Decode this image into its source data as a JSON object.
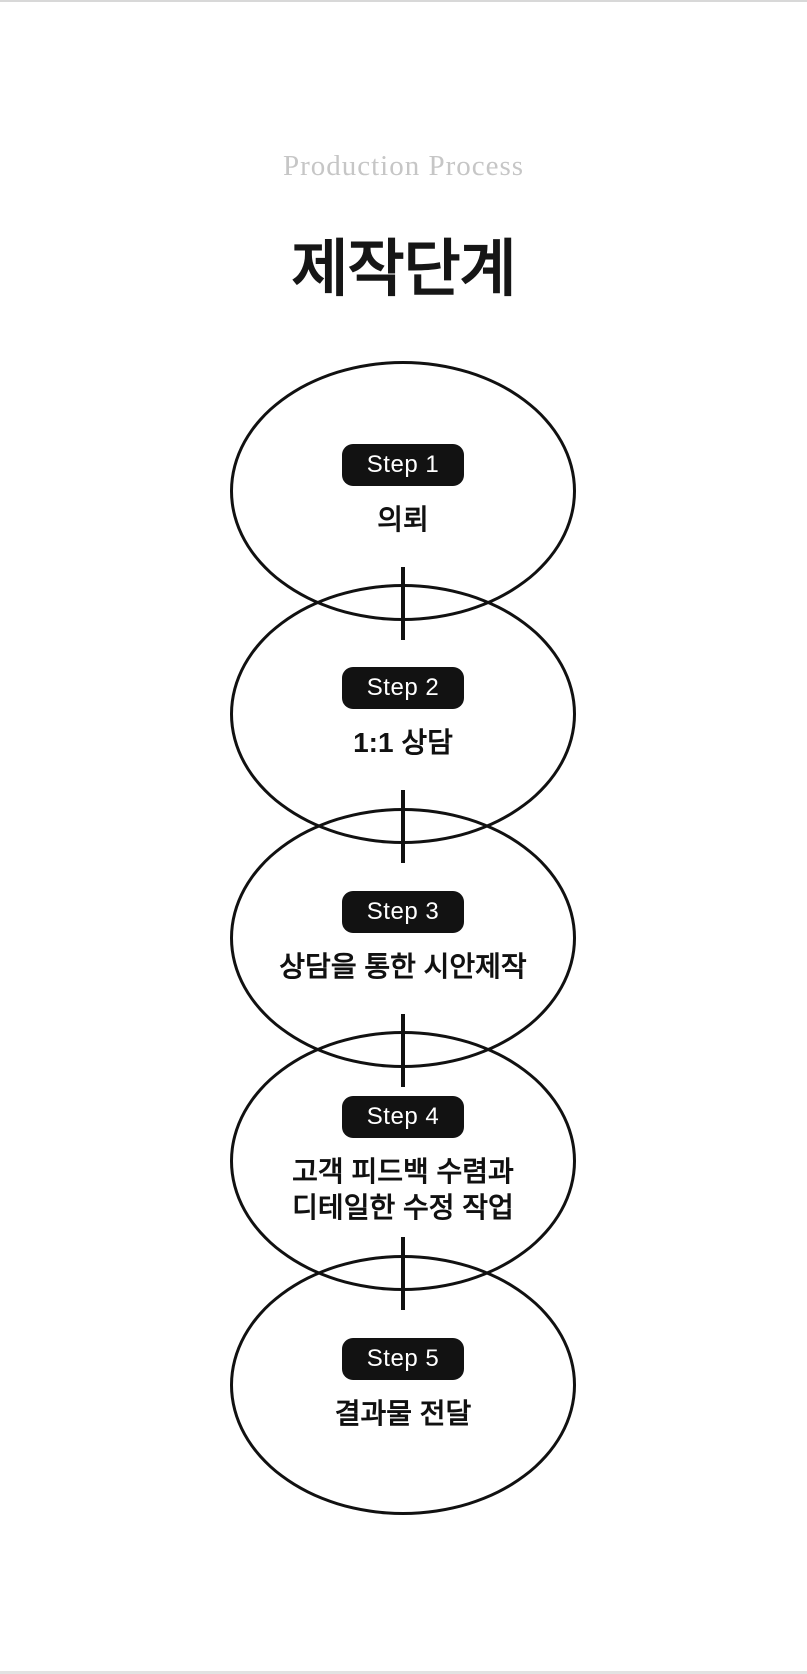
{
  "header": {
    "subtitle": "Production Process",
    "title": "제작단계"
  },
  "steps": [
    {
      "badge": "Step 1",
      "text": "의뢰"
    },
    {
      "badge": "Step 2",
      "text": "1:1 상담"
    },
    {
      "badge": "Step 3",
      "text": "상담을 통한 시안제작"
    },
    {
      "badge": "Step 4",
      "text": "고객 피드백 수렴과\n디테일한 수정 작업"
    },
    {
      "badge": "Step 5",
      "text": "결과물 전달"
    }
  ],
  "colors": {
    "background": "#ffffff",
    "outline_stroke": "#111111",
    "connector_line": "#111111",
    "badge_background": "#121212",
    "badge_text": "#ffffff",
    "subtitle_gray": "#c6c6c6",
    "title_black": "#161616",
    "edge_strip": "#d8d8d8"
  }
}
